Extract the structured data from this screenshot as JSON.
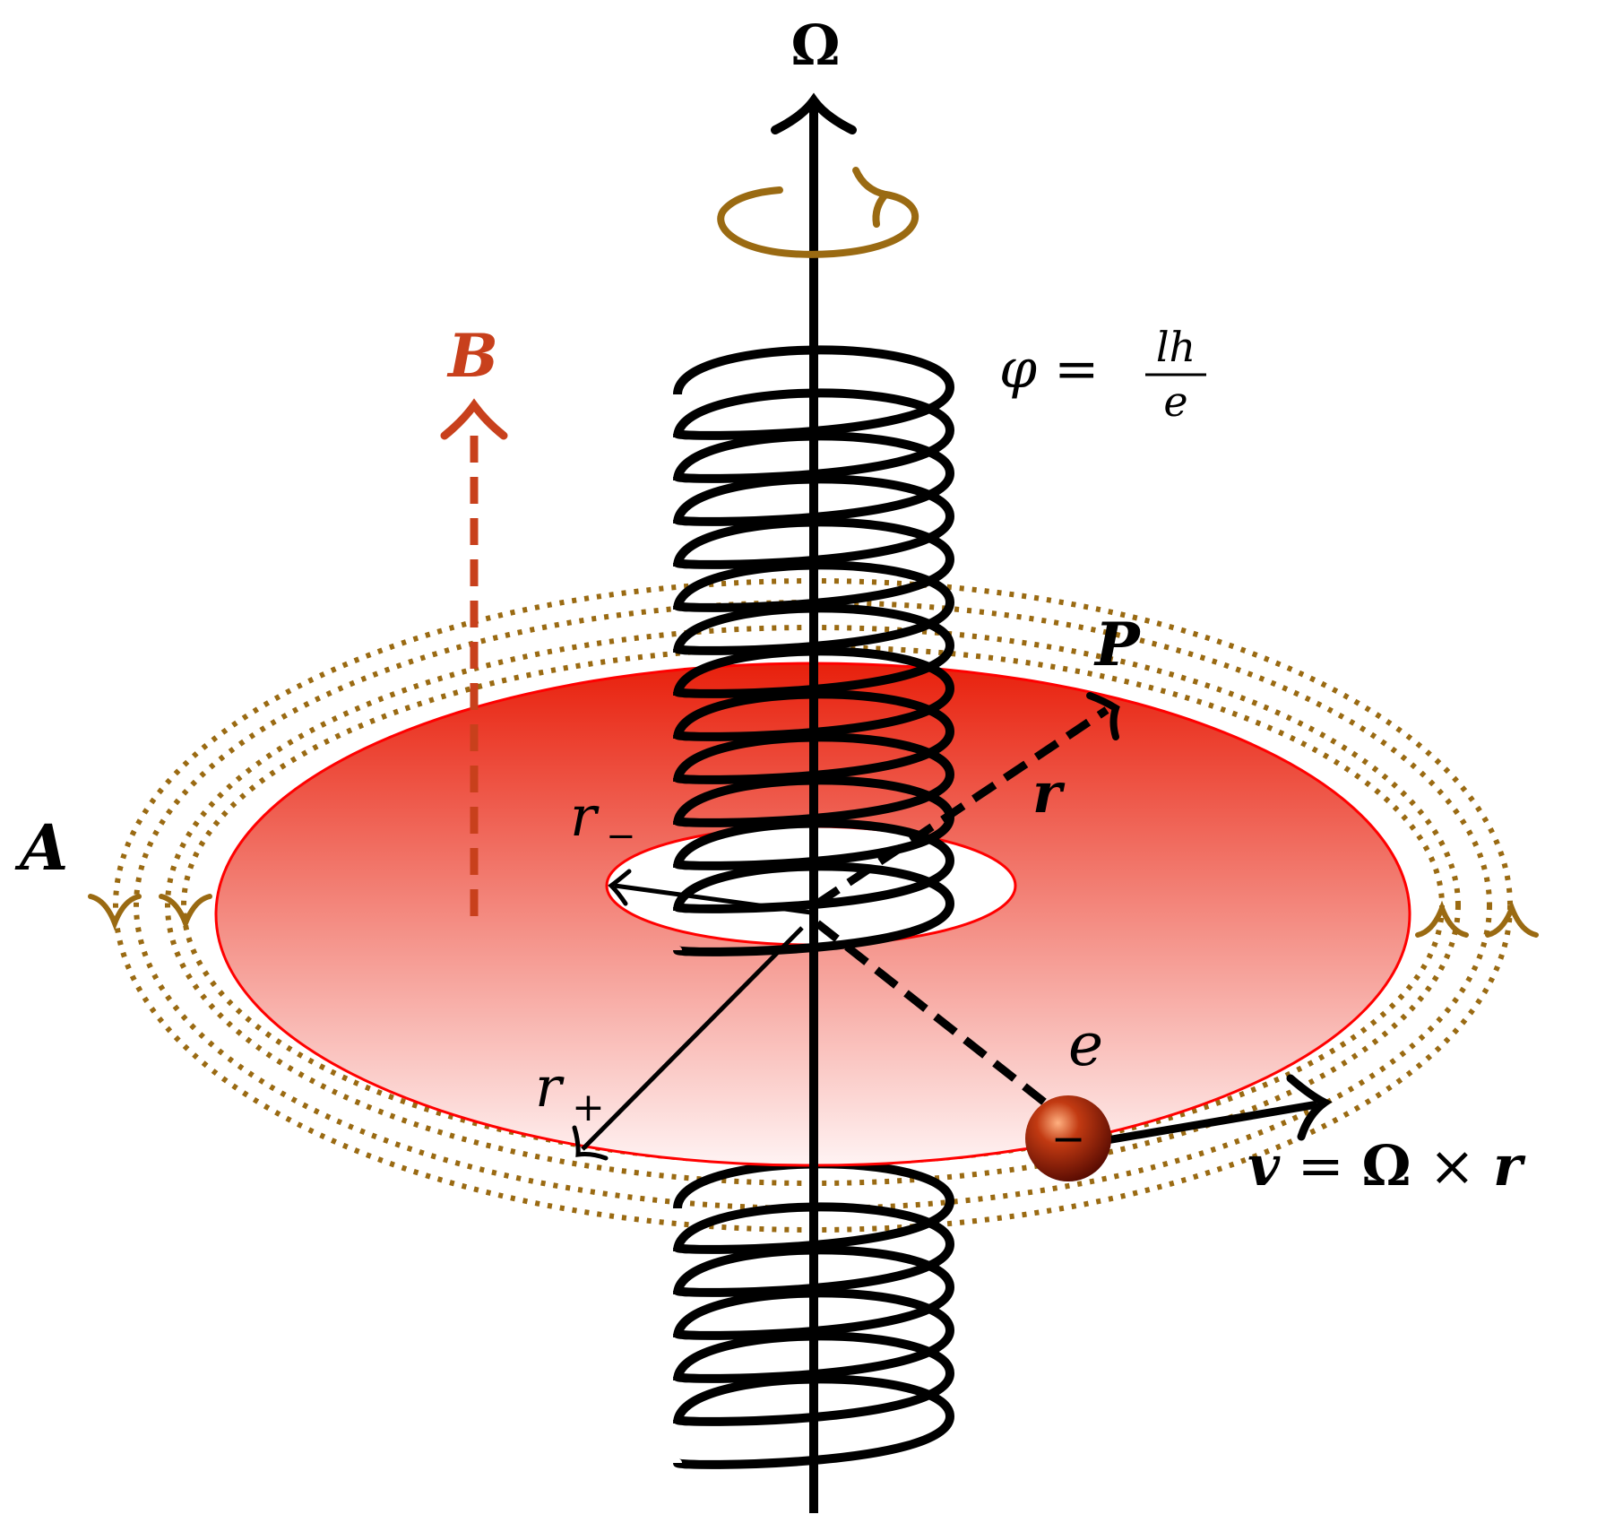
{
  "labels": {
    "omega": "Ω",
    "b_field": "B",
    "flux_lhs": "φ =",
    "flux_num": "lh",
    "flux_den": "e",
    "point_p": "P",
    "radius_r": "r",
    "r_minus": "r",
    "r_minus_sub": "−",
    "r_plus": "r",
    "r_plus_sub": "+",
    "potential_a": "A",
    "charge_e": "e",
    "charge_sign": "−",
    "velocity_lhs": "v",
    "velocity_eq": " = ",
    "velocity_omega": "Ω",
    "velocity_times": " × ",
    "velocity_r": "r"
  },
  "colors": {
    "axis": "#000000",
    "coil": "#000000",
    "field_b": "#c8401c",
    "potential": "#9a6a12",
    "disk_top": "#e8200c",
    "disk_bottom": "#fff3f3",
    "disk_edge": "#ff0000",
    "charge": "#a0200c"
  }
}
